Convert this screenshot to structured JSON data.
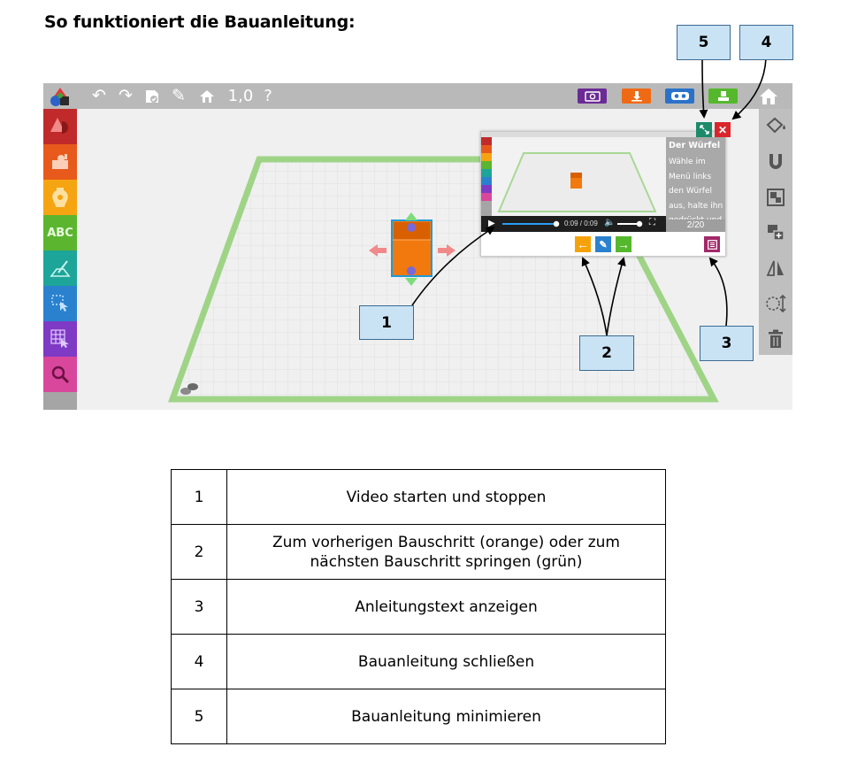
{
  "title": "So funktioniert die Bauanleitung:",
  "toolbar": {
    "zoom_value": "1,0",
    "help_label": "?"
  },
  "leftbar": {
    "text_tool_label": "ABC"
  },
  "instruction_window": {
    "heading": "Der Würfel",
    "text": "Wähle im Menü links den Würfel aus, halte ihn gedrückt und",
    "time": "0:09 / 0:09",
    "step": "2/20"
  },
  "callouts": {
    "c1": "1",
    "c2": "2",
    "c3": "3",
    "c4": "4",
    "c5": "5"
  },
  "legend": {
    "rows": [
      {
        "num": "1",
        "text": "Video starten und stoppen"
      },
      {
        "num": "2",
        "text": "Zum vorherigen Bauschritt (orange) oder zum nächsten Bauschritt springen (grün)"
      },
      {
        "num": "3",
        "text": "Anleitungstext anzeigen"
      },
      {
        "num": "4",
        "text": "Bauanleitung schließen"
      },
      {
        "num": "5",
        "text": "Bauanleitung minimieren"
      }
    ]
  },
  "colors": {
    "topbar": "#b9b9b9",
    "plate_border": "#9fd487",
    "callout_fill": "#c9e3f5",
    "prev_step": "#f5a20a",
    "next_step": "#55b82c",
    "close": "#d9262c",
    "minimize": "#1d8a6a",
    "text_toggle": "#a3286a"
  },
  "icons": {
    "undo": "undo-icon",
    "redo": "redo-icon",
    "save": "save-icon",
    "pen": "pen-icon",
    "home": "home-icon",
    "magnet": "magnet-icon",
    "trash": "trash-icon",
    "play": "play-icon",
    "volume": "volume-icon",
    "fullscreen": "fullscreen-icon"
  }
}
